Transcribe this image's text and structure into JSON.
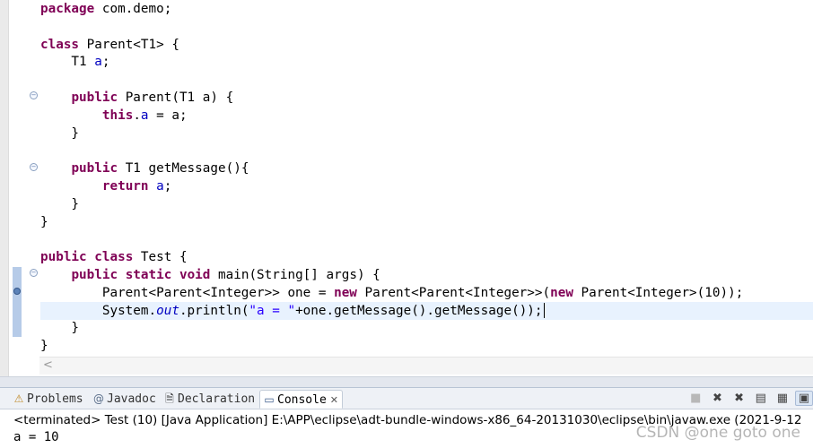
{
  "editor": {
    "lines": [
      [
        {
          "t": "package",
          "c": "kw"
        },
        {
          "t": " com.demo;"
        }
      ],
      [],
      [
        {
          "t": "class",
          "c": "kw"
        },
        {
          "t": " Parent<T1> {"
        }
      ],
      [
        {
          "t": "    T1 "
        },
        {
          "t": "a",
          "c": "fld"
        },
        {
          "t": ";"
        }
      ],
      [],
      [
        {
          "t": "    "
        },
        {
          "t": "public",
          "c": "kw"
        },
        {
          "t": " Parent(T1 a) {"
        }
      ],
      [
        {
          "t": "        "
        },
        {
          "t": "this",
          "c": "kw"
        },
        {
          "t": "."
        },
        {
          "t": "a",
          "c": "fld"
        },
        {
          "t": " = a;"
        }
      ],
      [
        {
          "t": "    }"
        }
      ],
      [],
      [
        {
          "t": "    "
        },
        {
          "t": "public",
          "c": "kw"
        },
        {
          "t": " T1 getMessage(){"
        }
      ],
      [
        {
          "t": "        "
        },
        {
          "t": "return",
          "c": "kw"
        },
        {
          "t": " "
        },
        {
          "t": "a",
          "c": "fld"
        },
        {
          "t": ";"
        }
      ],
      [
        {
          "t": "    }"
        }
      ],
      [
        {
          "t": "}"
        }
      ],
      [],
      [
        {
          "t": "public",
          "c": "kw"
        },
        {
          "t": " "
        },
        {
          "t": "class",
          "c": "kw"
        },
        {
          "t": " Test {"
        }
      ],
      [
        {
          "t": "    "
        },
        {
          "t": "public",
          "c": "kw"
        },
        {
          "t": " "
        },
        {
          "t": "static",
          "c": "kw"
        },
        {
          "t": " "
        },
        {
          "t": "void",
          "c": "kw"
        },
        {
          "t": " main(String[] args) {"
        }
      ],
      [
        {
          "t": "        Parent<Parent<Integer>> one = "
        },
        {
          "t": "new",
          "c": "kw"
        },
        {
          "t": " Parent<Parent<Integer>>("
        },
        {
          "t": "new",
          "c": "kw"
        },
        {
          "t": " Parent<Integer>(10));"
        }
      ],
      [
        {
          "t": "        System."
        },
        {
          "t": "out",
          "c": "fld-i"
        },
        {
          "t": ".println("
        },
        {
          "t": "\"a = \"",
          "c": "str"
        },
        {
          "t": "+one.getMessage().getMessage());"
        }
      ],
      [
        {
          "t": "    }"
        }
      ],
      [
        {
          "t": "}"
        }
      ]
    ],
    "current_line": 17
  },
  "views": {
    "tabs": [
      {
        "label": "Problems",
        "icon": "problems-icon",
        "glyph": "⚠"
      },
      {
        "label": "Javadoc",
        "icon": "javadoc-icon",
        "glyph": "@"
      },
      {
        "label": "Declaration",
        "icon": "declaration-icon",
        "glyph": "🗎"
      },
      {
        "label": "Console",
        "icon": "console-icon",
        "glyph": "▭",
        "active": true
      }
    ],
    "close_glyph": "✕"
  },
  "console": {
    "header": "<terminated> Test (10) [Java Application] E:\\APP\\eclipse\\adt-bundle-windows-x86_64-20131030\\eclipse\\bin\\javaw.exe (2021-9-12",
    "output": "a = 10"
  },
  "watermark": "CSDN @one goto one"
}
